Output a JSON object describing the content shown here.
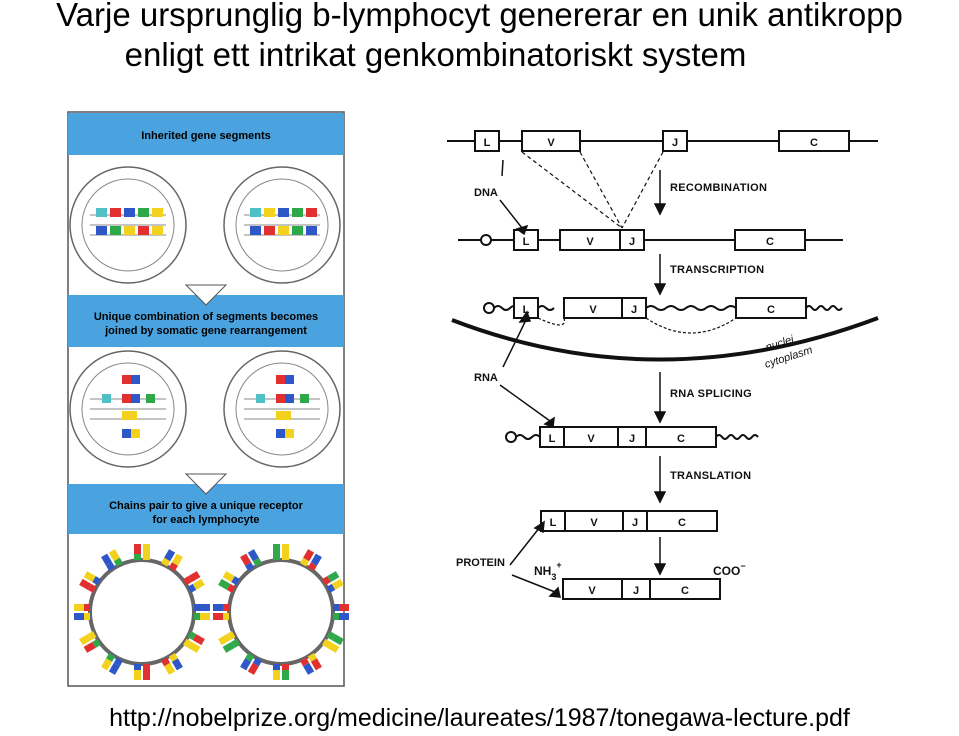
{
  "title_line1": "Varje ursprunglig b-lymphocyt genererar en unik antikropp",
  "title_line2": "enligt ett intrikat genkombinatoriskt system",
  "source_url": "http://nobelprize.org/medicine/laureates/1987/tonegawa-lecture.pdf",
  "left_panel": {
    "inherited_label": "Inherited gene segments",
    "unique_label_line1": "Unique combination of segments becomes",
    "unique_label_line2": "joined by somatic gene rearrangement",
    "chains_label_line1": "Chains pair to give a unique receptor",
    "chains_label_line2": "for each lymphocyte",
    "panel_color": "#4aa3df",
    "segment_colors": [
      "#e23030",
      "#2e58c8",
      "#2fa84a",
      "#f2d21c",
      "#4ec0c6"
    ]
  },
  "right_panel": {
    "segments": {
      "L": "L",
      "V": "V",
      "J": "J",
      "C": "C"
    },
    "labels": {
      "dna": "DNA",
      "rna": "RNA",
      "protein": "PROTEIN",
      "nuclei": "nuclei",
      "cytoplasm": "cytoplasm",
      "nh3": "NH",
      "nh3_sup": "+",
      "nh3_sub": "3",
      "coo": "COO",
      "coo_sup": "−"
    },
    "steps": {
      "recombination": "RECOMBINATION",
      "transcription": "TRANSCRIPTION",
      "splicing": "RNA SPLICING",
      "translation": "TRANSLATION"
    }
  }
}
